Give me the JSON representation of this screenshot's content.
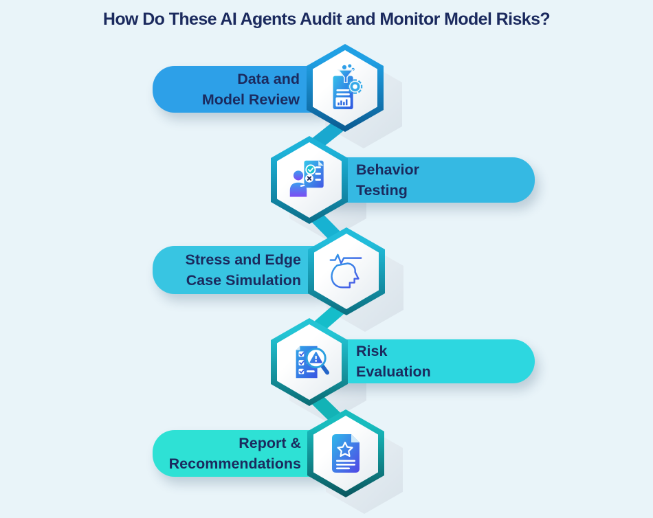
{
  "title": "How Do These AI Agents Audit and Monitor Model Risks?",
  "background_color": "#e9f4f9",
  "title_color": "#1b2a5e",
  "label_color": "#1b2a5e",
  "steps": [
    {
      "label": "Data and\nModel Review",
      "side": "left",
      "icon": "data-model-review-icon",
      "colors": {
        "pill": "#2da0e8",
        "hex_border_from": "#2202a0e4",
        "hex_border_to": "#0a5a90"
      }
    },
    {
      "label": "Behavior\nTesting",
      "side": "right",
      "icon": "behavior-testing-icon",
      "colors": {
        "pill": "#35b9e3",
        "hex_border_from": "#1db2d8",
        "hex_border_to": "#0b6d88"
      }
    },
    {
      "label": "Stress and Edge\nCase Simulation",
      "side": "left",
      "icon": "stress-simulation-icon",
      "colors": {
        "pill": "#38c5e2",
        "hex_border_from": "#21bcda",
        "hex_border_to": "#0b6f80"
      }
    },
    {
      "label": "Risk\nEvaluation",
      "side": "right",
      "icon": "risk-evaluation-icon",
      "colors": {
        "pill": "#2dd7e0",
        "hex_border_from": "#23c4d4",
        "hex_border_to": "#0a6c74"
      }
    },
    {
      "label": "Report &\nRecommendations",
      "side": "left",
      "icon": "report-recommendations-icon",
      "colors": {
        "pill": "#2ee1d5",
        "hex_border_from": "#18bcbe",
        "hex_border_to": "#09565e"
      }
    }
  ],
  "connectors": [
    {
      "from_step": 1,
      "to_step": 2,
      "color": "#19a8cf"
    },
    {
      "from_step": 2,
      "to_step": 3,
      "color": "#17b2d2"
    },
    {
      "from_step": 3,
      "to_step": 4,
      "color": "#15bdca"
    },
    {
      "from_step": 4,
      "to_step": 5,
      "color": "#12b3b6"
    }
  ]
}
